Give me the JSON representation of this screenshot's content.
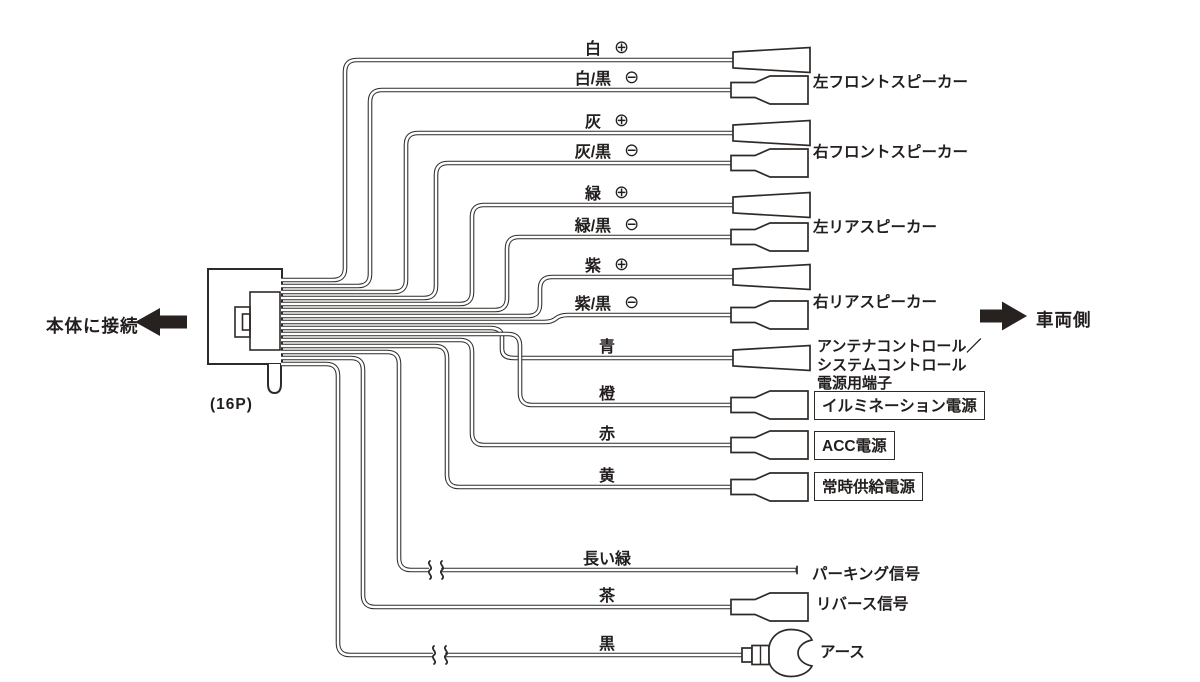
{
  "colors": {
    "ink": "#2e2a28",
    "background": "#ffffff"
  },
  "sides": {
    "left_arrow_label": "本体に接続",
    "right_arrow_label": "車両側",
    "connector_label": "(16P)"
  },
  "wires": [
    {
      "color": "白",
      "polarity": "⊕",
      "terminal": "male-spade"
    },
    {
      "color": "白/黒",
      "polarity": "⊖",
      "terminal": "female-spade"
    },
    {
      "color": "灰",
      "polarity": "⊕",
      "terminal": "male-spade"
    },
    {
      "color": "灰/黒",
      "polarity": "⊖",
      "terminal": "female-spade"
    },
    {
      "color": "緑",
      "polarity": "⊕",
      "terminal": "male-spade"
    },
    {
      "color": "緑/黒",
      "polarity": "⊖",
      "terminal": "female-spade"
    },
    {
      "color": "紫",
      "polarity": "⊕",
      "terminal": "male-spade"
    },
    {
      "color": "紫/黒",
      "polarity": "⊖",
      "terminal": "female-spade"
    },
    {
      "color": "青",
      "polarity": "",
      "terminal": "male-spade"
    },
    {
      "color": "橙",
      "polarity": "",
      "terminal": "female-spade"
    },
    {
      "color": "赤",
      "polarity": "",
      "terminal": "female-spade"
    },
    {
      "color": "黄",
      "polarity": "",
      "terminal": "female-spade"
    },
    {
      "color": "長い緑",
      "polarity": "",
      "terminal": "bare-wire"
    },
    {
      "color": "茶",
      "polarity": "",
      "terminal": "female-spade"
    },
    {
      "color": "黒",
      "polarity": "",
      "terminal": "ground-ring"
    }
  ],
  "destinations": {
    "front_left_speaker": "左フロントスピーカー",
    "front_right_speaker": "右フロントスピーカー",
    "rear_left_speaker": "左リアスピーカー",
    "rear_right_speaker": "右リアスピーカー",
    "antenna_line1": "アンテナコントロール／",
    "antenna_line2": "システムコントロール",
    "antenna_line3": "電源用端子",
    "illumination_power": "イルミネーション電源",
    "acc_power": "ACC電源",
    "constant_power": "常時供給電源",
    "parking_signal": "パーキング信号",
    "reverse_signal": "リバース信号",
    "ground": "アース"
  }
}
